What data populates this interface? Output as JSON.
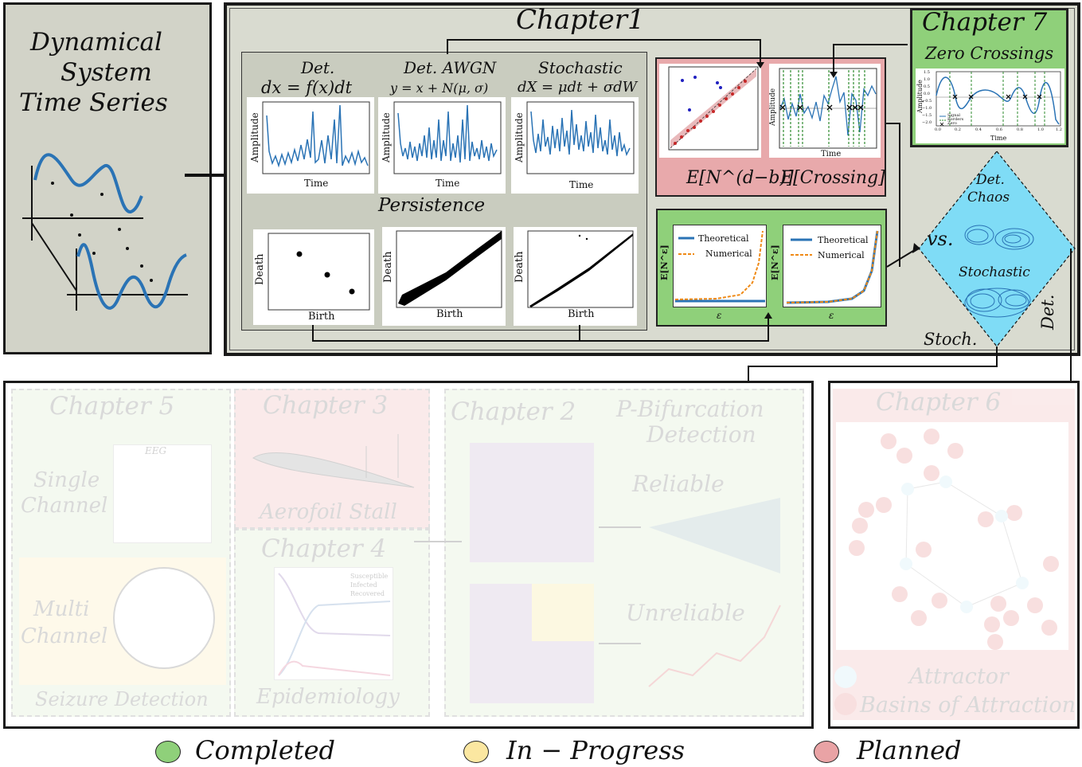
{
  "left_box": {
    "line1": "Dynamical",
    "line2": "System",
    "line3": "Time Series"
  },
  "chapter1": {
    "title": "Chapter1",
    "col_det_title": "Det.",
    "col_det_eq": "dx = f(x)dt",
    "col_awgn_title": "Det. AWGN",
    "col_awgn_eq": "y = x + N(μ, σ)",
    "col_stoch_title": "Stochastic",
    "col_stoch_eq": "dX = μdt + σdW",
    "ts_ylabel": "Amplitude",
    "ts_xlabel": "Time",
    "persistence_label": "Persistence",
    "pd_ylabel": "Death",
    "pd_xlabel": "Birth",
    "end_label": "E[N^(d−b)]",
    "ecross_label": "E[Crossing]",
    "ecross_xlabel": "Time",
    "ecross_ylabel": "Amplitude",
    "theory_legend": "Theoretical",
    "numerical_legend": "Numerical",
    "ev_ylabel": "E[N^ε]",
    "ev_xlabel": "ε"
  },
  "chapter7": {
    "title": "Chapter 7",
    "subtitle": "Zero Crossings",
    "ylabel": "Amplitude",
    "xlabel": "Time",
    "legend_signal": "Signal",
    "legend_borders": "Borders",
    "legend_zero": "Zero",
    "yticks": [
      "1.5",
      "1.0",
      "0.5",
      "0.0",
      "−0.5",
      "−1.0",
      "−1.5",
      "−2.0"
    ],
    "xticks": [
      "0.0",
      "0.2",
      "0.4",
      "0.6",
      "0.8",
      "1.0",
      "1.2"
    ]
  },
  "diamond": {
    "det_chaos_1": "Det.",
    "det_chaos_2": "Chaos",
    "vs": "vs.",
    "stochastic": "Stochastic",
    "stoch_label": "Stoch.",
    "det_label": "Det."
  },
  "chapter5": {
    "title": "Chapter 5",
    "single_1": "Single",
    "single_2": "Channel",
    "eeg": "EEG",
    "multi_1": "Multi",
    "multi_2": "Channel",
    "footer": "Seizure Detection"
  },
  "chapter3": {
    "title": "Chapter 3",
    "footer": "Aerofoil Stall"
  },
  "chapter4": {
    "title": "Chapter 4",
    "footer": "Epidemiology",
    "legend_1": "Susceptible",
    "legend_2": "Infected",
    "legend_3": "Recovered"
  },
  "chapter2": {
    "title": "Chapter 2",
    "pbif_1": "P-Bifurcation",
    "pbif_2": "Detection",
    "reliable": "Reliable",
    "unreliable": "Unreliable"
  },
  "chapter6": {
    "title": "Chapter 6",
    "footer_1": "Attractor",
    "footer_2": "Basins of Attraction"
  },
  "legend": {
    "completed": "Completed",
    "in_progress": "In − Progress",
    "planned": "Planned",
    "completed_color": "#8fd07a",
    "in_progress_color": "#fbe7a1",
    "planned_color": "#e9a3a5"
  }
}
